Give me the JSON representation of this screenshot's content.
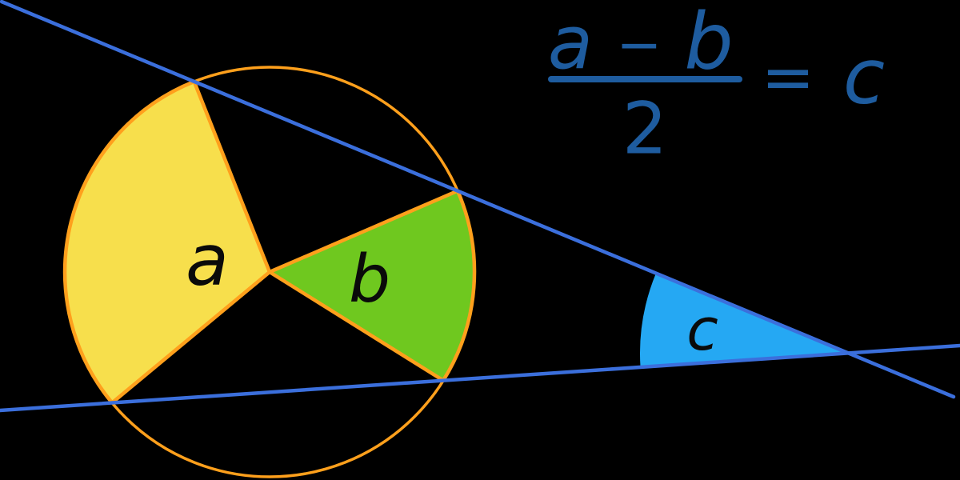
{
  "colors": {
    "background": "#000000",
    "orange": "#FFA01C",
    "yellow": "#F7DF4C",
    "green": "#6FC81F",
    "line_blue": "#3B6FDC",
    "wedge_blue": "#25A8F3",
    "formula_blue": "#1E5C9F",
    "label_black": "#0A0A0A"
  },
  "diagram": {
    "description": "Angle of intersecting secants: two secant lines cut a circle; far arc a (yellow sector), near arc b (green sector), external angle c (blue wedge)",
    "labels": {
      "arc_a": "a",
      "arc_b": "b",
      "angle_c": "c"
    }
  },
  "formula": {
    "numerator_a": "a",
    "minus_sign": "−",
    "numerator_b": "b",
    "denominator": "2",
    "equals_sign": "=",
    "result": "c"
  }
}
